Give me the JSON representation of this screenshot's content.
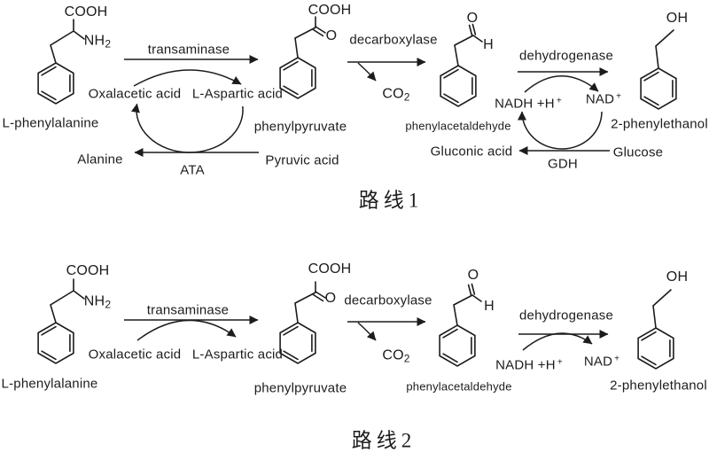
{
  "routes": [
    {
      "title": "路线1",
      "compounds": {
        "phenylalanine": "L-phenylalanine",
        "phenylpyruvate": "phenylpyruvate",
        "phenylacetaldehyde": "phenylacetaldehyde",
        "phenylethanol": "2-phenylethanol"
      },
      "enzymes": {
        "transaminase": "transaminase",
        "decarboxylase": "decarboxylase",
        "dehydrogenase": "dehydrogenase"
      },
      "cosubstrates": {
        "oxalacetic": "Oxalacetic acid",
        "aspartic": "L-Aspartic acid",
        "alanine": "Alanine",
        "pyruvic": "Pyruvic acid",
        "ata": "ATA",
        "nadh": "NADH +H",
        "nad": "NAD",
        "gluconic": "Gluconic acid",
        "gdh": "GDH",
        "glucose": "Glucose"
      }
    },
    {
      "title": "路线2",
      "compounds": {
        "phenylalanine": "L-phenylalanine",
        "phenylpyruvate": "phenylpyruvate",
        "phenylacetaldehyde": "phenylacetaldehyde",
        "phenylethanol": "2-phenylethanol"
      },
      "enzymes": {
        "transaminase": "transaminase",
        "decarboxylase": "decarboxylase",
        "dehydrogenase": "dehydrogenase"
      },
      "cosubstrates": {
        "oxalacetic": "Oxalacetic acid",
        "aspartic": "L-Aspartic acid",
        "nadh": "NADH +H",
        "nad": "NAD"
      }
    }
  ],
  "formula": {
    "cooh": "COOH",
    "nh": "NH",
    "two": "2",
    "o": "O",
    "h": "H",
    "oh": "OH",
    "co": "CO",
    "plus": "+"
  }
}
